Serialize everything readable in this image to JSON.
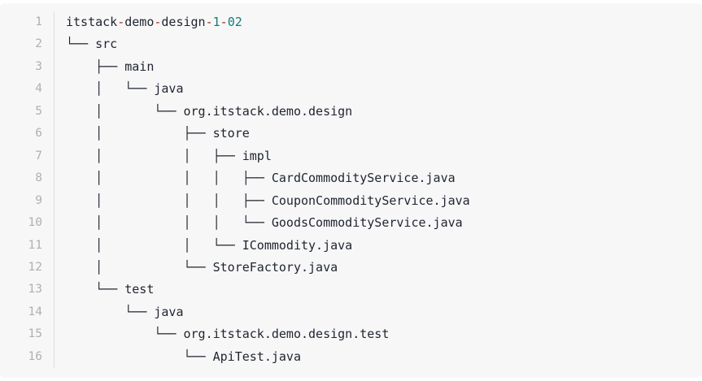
{
  "code_block": {
    "language": "text",
    "background_color": "#f7f7f7",
    "text_color": "#1f2430",
    "gutter_color": "#b0b0b0",
    "gutter_divider_color": "#dedede",
    "accent_colors": {
      "dash_operator": "#9c2b24",
      "number": "#0e7c78"
    },
    "title": "itstack-demo-design-1-02",
    "lines": [
      {
        "number": "1",
        "text": "itstack-demo-design-1-02",
        "segments": [
          {
            "text": "itstack",
            "type": "plain"
          },
          {
            "text": "-",
            "type": "dash"
          },
          {
            "text": "demo",
            "type": "plain"
          },
          {
            "text": "-",
            "type": "dash"
          },
          {
            "text": "design",
            "type": "plain"
          },
          {
            "text": "-",
            "type": "dash"
          },
          {
            "text": "1",
            "type": "num"
          },
          {
            "text": "-",
            "type": "dash"
          },
          {
            "text": "02",
            "type": "num"
          }
        ]
      },
      {
        "number": "2",
        "text": "└── src"
      },
      {
        "number": "3",
        "text": "    ├── main"
      },
      {
        "number": "4",
        "text": "    │   └── java"
      },
      {
        "number": "5",
        "text": "    │       └── org.itstack.demo.design"
      },
      {
        "number": "6",
        "text": "    │           ├── store"
      },
      {
        "number": "7",
        "text": "    │           │   ├── impl"
      },
      {
        "number": "8",
        "text": "    │           │   │   ├── CardCommodityService.java"
      },
      {
        "number": "9",
        "text": "    │           │   │   ├── CouponCommodityService.java"
      },
      {
        "number": "10",
        "text": "    │           │   │   └── GoodsCommodityService.java"
      },
      {
        "number": "11",
        "text": "    │           │   └── ICommodity.java"
      },
      {
        "number": "12",
        "text": "    │           └── StoreFactory.java"
      },
      {
        "number": "13",
        "text": "    └── test"
      },
      {
        "number": "14",
        "text": "        └── java"
      },
      {
        "number": "15",
        "text": "            └── org.itstack.demo.design.test"
      },
      {
        "number": "16",
        "text": "                └── ApiTest.java"
      }
    ]
  }
}
